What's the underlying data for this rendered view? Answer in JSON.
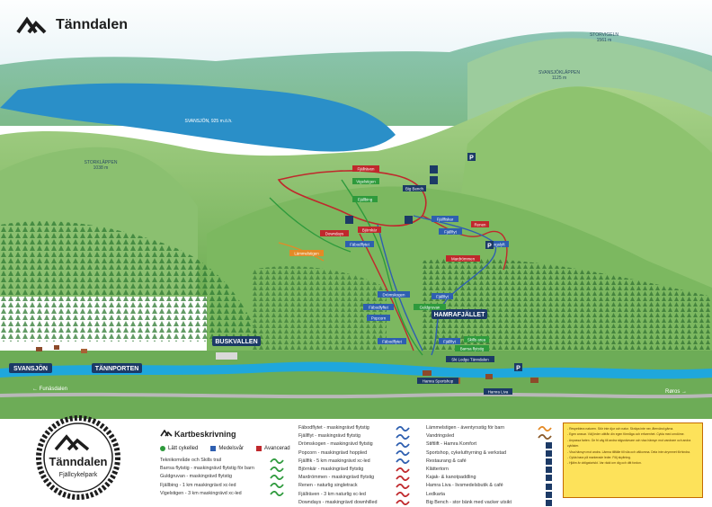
{
  "brand": {
    "title": "Tänndalen"
  },
  "map": {
    "peaks": [
      {
        "name": "STORVIGELN",
        "elev": "1561 m"
      },
      {
        "name": "SVANSJÖKLÄPPEN",
        "elev": "1125 m"
      },
      {
        "name": "STORKLÄPPEN",
        "elev": "1038 m"
      }
    ],
    "lake": "SVANSJÖN, 925 m.ö.h.",
    "places": {
      "buskvallen": "BUSKVALLEN",
      "hamrafjallet": "HAMRAFJÄLLET",
      "svansjon": "SVANSJÖN",
      "tannporten": "TÄNNPORTEN",
      "funasdalen": "← Funäsdalen",
      "roros": "Røros →"
    },
    "trail_labels": {
      "fjallraven": "Fjällräven",
      "vigelstigen": "Vigelstigen",
      "big_bench": "Big Bench",
      "fjallbing": "Fjällbing",
      "fjallfiskar": "Fjällfiskar",
      "bjarnkar": "Björnkär",
      "downdays": "Downdays",
      "fabodfiytet": "Fäbodflytet",
      "lammelstigen": "Lämmelstigen",
      "fjallfiyt": "Fjällfiyt",
      "renen": "Renen",
      "bergshotell": "Bergslyft",
      "mardrommen": "Mardrömmen",
      "dromskogen": "Drömskogen",
      "fjallfiyt2": "Fjällfiyt",
      "guldgruvan": "Guldgruvan",
      "fabodlyftet": "Fäbodlyftet",
      "popcorn": "Popcorn",
      "fabodflytet2": "Fäbodflytet",
      "fjallfiyt3": "Fjällfiyt",
      "skills_area": "Skills area",
      "barrsa": "Barrsa flytstig",
      "ski_lodge": "Ski Lodge Tänndalen",
      "hamra_sportshop": "Hamra Sportshop",
      "hamra_liva": "Hamra Liva"
    }
  },
  "logo": {
    "name": "Tänndalen",
    "sub": "Fjällcykelpark"
  },
  "legend": {
    "heading": "Kartbeskrivning",
    "difficulty": [
      {
        "label": "Lätt cykelled",
        "color": "#2e9a3c",
        "shape": "dot"
      },
      {
        "label": "Medelsvår",
        "color": "#2e5fb0",
        "shape": "square"
      },
      {
        "label": "Avancerad",
        "color": "#c0282c",
        "shape": "square"
      }
    ],
    "col1": [
      {
        "label": "Teknikområde och Skills trail",
        "color": "#2e9a3c"
      },
      {
        "label": "Barrsa flytstig - maskingrävd flytstig för barn",
        "color": "#2e9a3c"
      },
      {
        "label": "Guldgruvan - maskingrävd flytstig",
        "color": "#2e9a3c"
      },
      {
        "label": "Fjällbing - 1 km maskingrävd xc-led",
        "color": "#2e9a3c"
      },
      {
        "label": "Vigelstigen - 3 km maskingrävd xc-led",
        "color": "#2e9a3c"
      }
    ],
    "col2": [
      {
        "label": "Fäbodflytet - maskingrävd flytstig",
        "color": "#2e5fb0"
      },
      {
        "label": "Fjällflyt - maskingrävd flytstig",
        "color": "#2e5fb0"
      },
      {
        "label": "Drömskogen - maskingrävd flytstig",
        "color": "#2e5fb0"
      },
      {
        "label": "Popcorn - maskingrävd hoppled",
        "color": "#2e5fb0"
      },
      {
        "label": "Fjällfik - 5 km maskingrävd xc-led",
        "color": "#2e5fb0"
      },
      {
        "label": "Björnkär - maskingrävd flytstig",
        "color": "#c0282c"
      },
      {
        "label": "Mardrömmen - maskingrävd flytstig",
        "color": "#c0282c"
      },
      {
        "label": "Renen - naturlig singletrack",
        "color": "#c0282c"
      },
      {
        "label": "Fjällräven - 3 km naturlig xc-led",
        "color": "#c0282c"
      },
      {
        "label": "Downdays - maskingrävd downhilled",
        "color": "#c0282c"
      }
    ],
    "col3": [
      {
        "label": "Lämmelstigen - äventyrsstig för barn",
        "icon": "orange-trail"
      },
      {
        "label": "Vandringsled",
        "icon": "dotted-trail"
      },
      {
        "label": "Stiftlift - Hamra Komfort",
        "icon": "lift"
      },
      {
        "label": "Sportshop, cykeluthyrning & verkstad",
        "icon": "shop"
      },
      {
        "label": "Restaurang & café",
        "icon": "restaurant"
      },
      {
        "label": "Klättertorn",
        "icon": "climbing"
      },
      {
        "label": "Kajak- & kanotpaddling",
        "icon": "kayak"
      },
      {
        "label": "Hamra Liva - livsmedelsbutik & café",
        "icon": "store"
      },
      {
        "label": "Ledkarta",
        "icon": "map"
      },
      {
        "label": "Big Bench - stor bänk med vacker utsikt",
        "icon": "bench"
      }
    ],
    "notes": [
      "Respektera naturen. Stör inte djur och natur. Skräpa inte ner, återvänd gärna.",
      "Egen ansvar. Välj leder utifrån din egen förmåga och erfarenhet. Cykla med omdöme.",
      "Anpassa farten. Ge fri väg till andra stigsnävvare och visa hänsyn mot vandrare och andra cyklister.",
      "Visa hänsyn mot andra. Lämna tillfälle till vila och välkomna. Dela inte utrymmet förhindra.",
      "Cykla bara på markerade leder. Följ skyltning.",
      "Hjälm är obligatoriskt. Var rädd om dig och ditt fordon."
    ]
  },
  "colors": {
    "green": "#2e9a3c",
    "blue": "#2e5fb0",
    "red": "#c0282c",
    "river": "#1fa7dc",
    "note_bg": "#fde25a"
  }
}
